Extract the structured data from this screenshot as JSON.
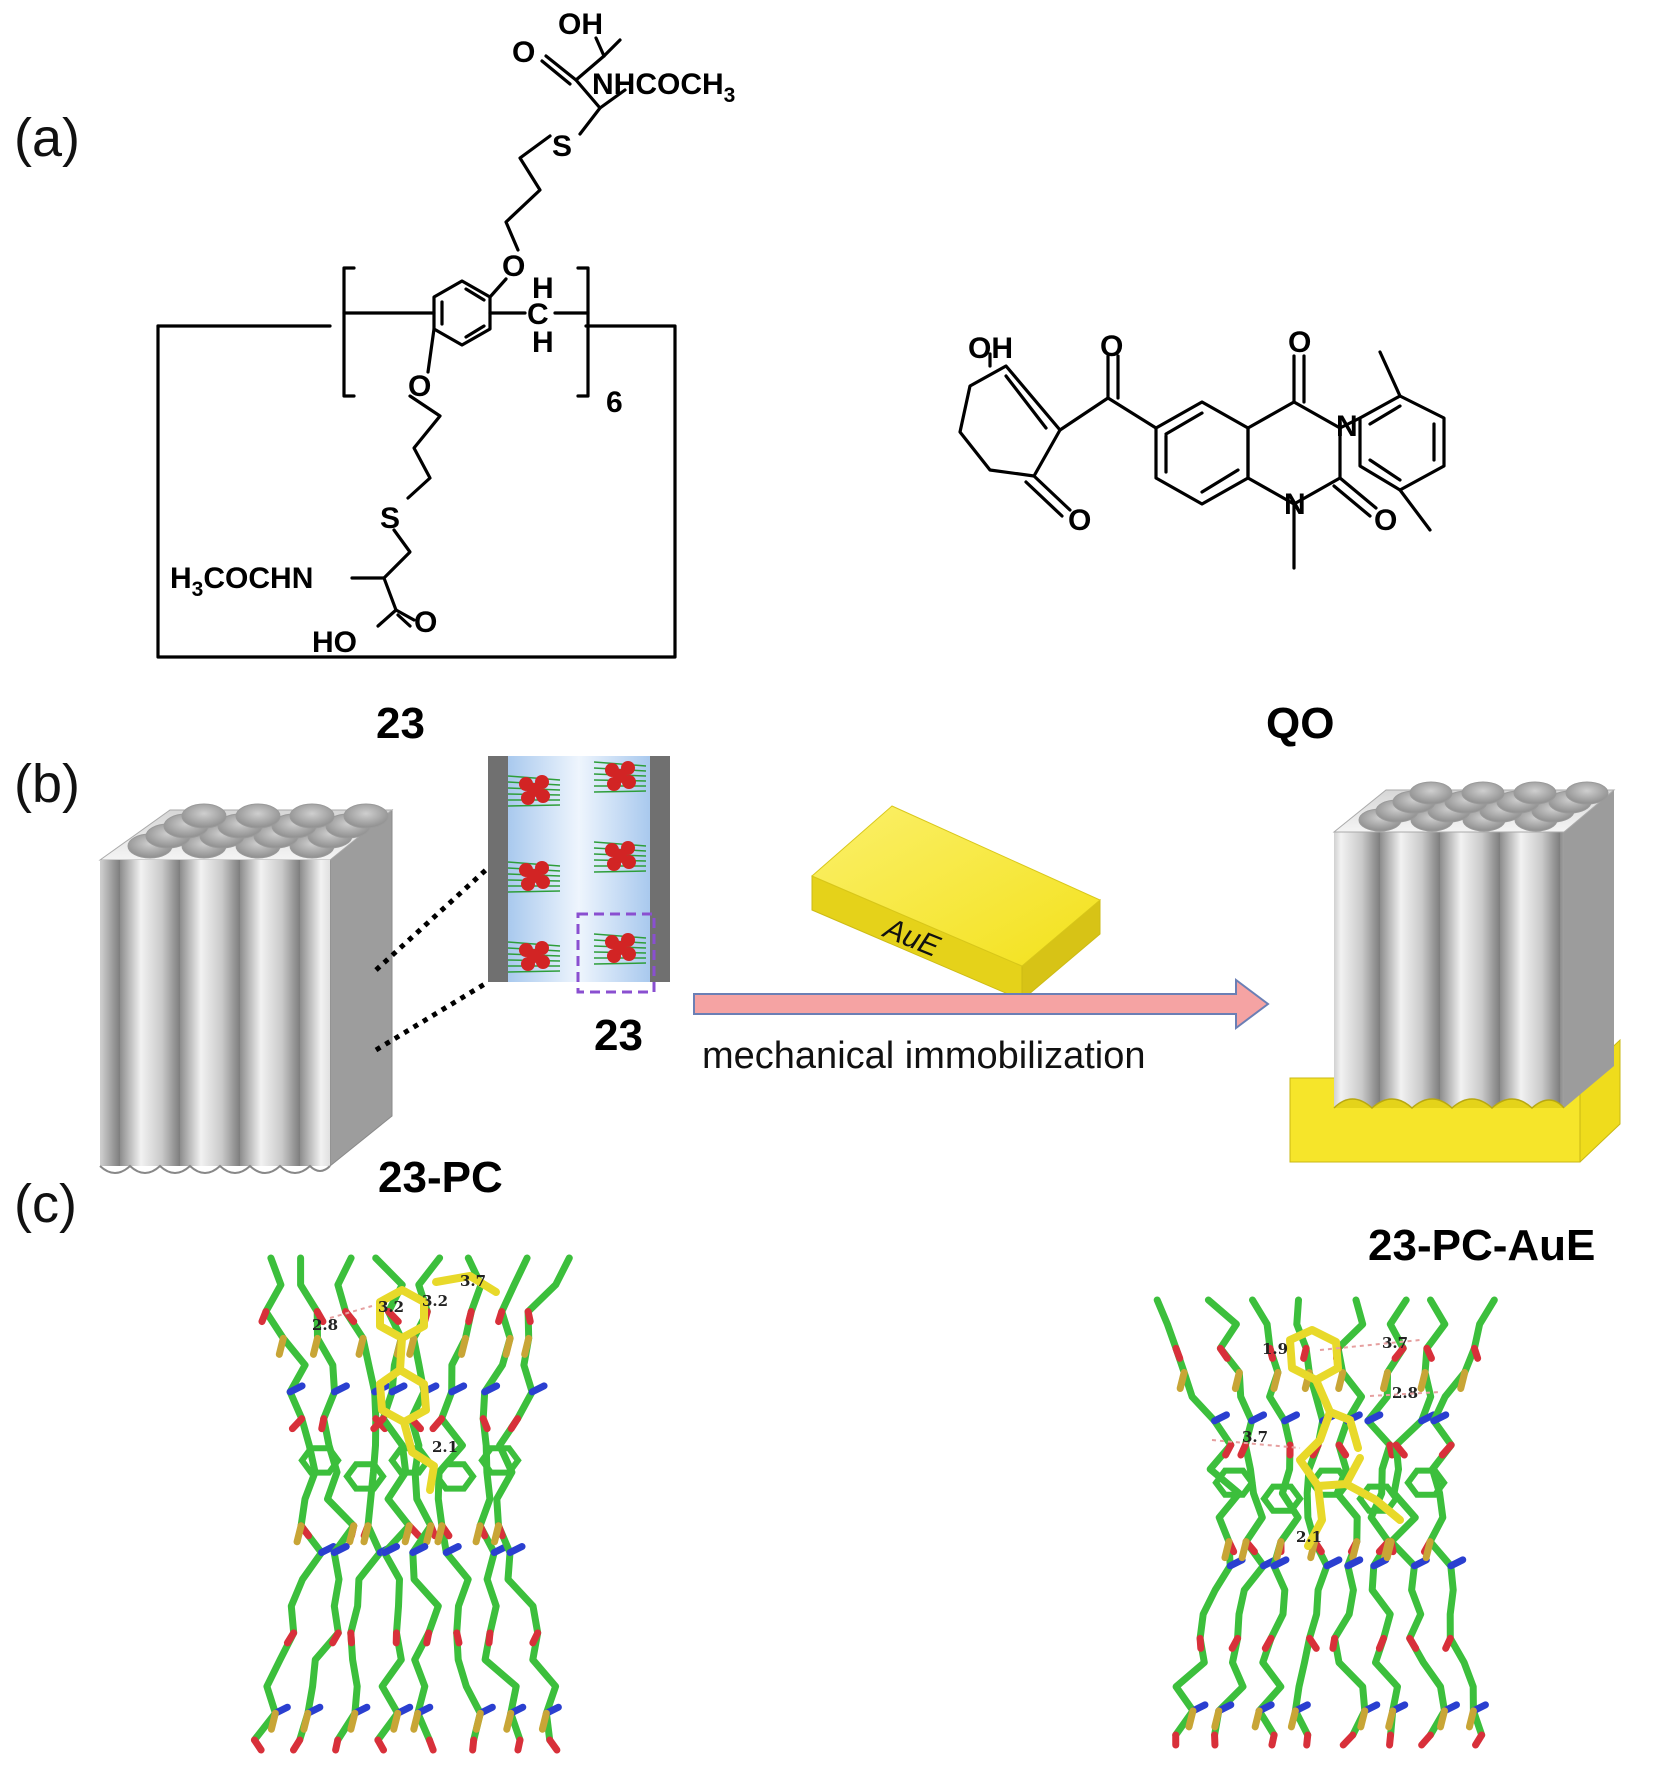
{
  "panels": {
    "a": "(a)",
    "b": "(b)",
    "c": "(c)"
  },
  "molecules": {
    "m23": {
      "compound_label": "23",
      "cooh_top": "OH",
      "o_top": "O",
      "nh_top": "NHCOCH",
      "nh_top_sub": "3",
      "s_top": "S",
      "o_ether_top": "O",
      "h_top": "H",
      "c_bridge": "C",
      "h_bottom": "H",
      "repeat": "6",
      "o_ether_bottom": "O",
      "s_bottom": "S",
      "h3_prefix": "H",
      "h3_sub": "3",
      "nh_bottom": "COCHN",
      "o_bottom": "O",
      "ho_bottom": "HO"
    },
    "qo": {
      "compound_label": "QO",
      "oh": "OH",
      "o_ketone": "O",
      "o_ring": "O",
      "o_c4": "O",
      "n3": "N",
      "n1": "N",
      "o_c2": "O"
    }
  },
  "schematic": {
    "pc_label": "23-PC",
    "pore_label": "23",
    "electrode_label": "AuE",
    "arrow_label": "mechanical immobilization",
    "product_label": "23-PC-AuE"
  },
  "models": {
    "left_distances": [
      "3.2",
      "3.2",
      "3.7",
      "2.8",
      "2.1"
    ],
    "right_distances": [
      "1.9",
      "3.7",
      "2.8",
      "3.7",
      "2.1"
    ]
  },
  "colors": {
    "carbon_green": "#3cbf3c",
    "guest_yellow": "#e8d92a",
    "oxygen_red": "#d8303a",
    "nitrogen_blue": "#2a3fd0",
    "gold": "#f5e52a",
    "arrow_pink": "#f5a3a3",
    "dashed_purple": "#8a4fd0"
  }
}
